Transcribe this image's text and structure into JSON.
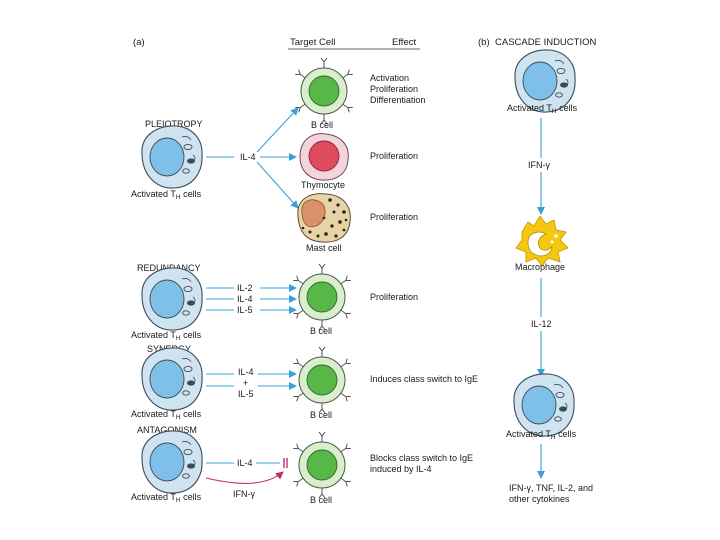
{
  "panel_a": {
    "label": "(a)",
    "col_target": "Target Cell",
    "col_effect": "Effect",
    "pleiotropy": {
      "title": "PLEIOTROPY",
      "source": "Activated T",
      "cytokine": "IL-4",
      "targets": [
        {
          "cell": "B cell",
          "effect_lines": [
            "Activation",
            "Proliferation",
            "Differentiation"
          ]
        },
        {
          "cell": "Thymocyte",
          "effect_lines": [
            "Proliferation"
          ]
        },
        {
          "cell": "Mast cell",
          "effect_lines": [
            "Proliferation"
          ]
        }
      ]
    },
    "redundancy": {
      "title": "REDUNDANCY",
      "source": "Activated T",
      "cytokines": [
        "IL-2",
        "IL-4",
        "IL-5"
      ],
      "cell": "B cell",
      "effect": "Proliferation"
    },
    "synergy": {
      "title": "SYNERGY",
      "source": "Activated T",
      "cytokines": [
        "IL-4",
        "+",
        "IL-5"
      ],
      "cell": "B cell",
      "effect": "Induces class switch to IgE"
    },
    "antagonism": {
      "title": "ANTAGONISM",
      "source": "Activated T",
      "cytokine_top": "IL-4",
      "cytokine_bottom": "IFN-γ",
      "cell": "B cell",
      "effect_lines": [
        "Blocks class switch to IgE",
        "induced by IL-4"
      ]
    },
    "subscript": "H",
    "cells_suffix": " cells"
  },
  "panel_b": {
    "label": "(b)",
    "title": "CASCADE INDUCTION",
    "source": "Activated T",
    "step1": "IFN-γ",
    "macrophage": "Macrophage",
    "step2": "IL-12",
    "source2": "Activated T",
    "output_lines": [
      "IFN-γ, TNF, IL-2, and",
      "other cytokines"
    ]
  },
  "colors": {
    "arrow": "#3aa0d8",
    "t_cell_outer": "#cfe3f1",
    "t_cell_nucleus": "#7fc0ea",
    "b_cell_outer": "#d8eecd",
    "b_cell_nucleus": "#58b847",
    "thymocyte_outer": "#f4d4dc",
    "thymocyte_nucleus": "#e04a5f",
    "mast_outer": "#e8d3a8",
    "mast_nucleus": "#d9916a",
    "macrophage": "#f4c80f",
    "antagonism_arrow": "#c0306a"
  }
}
